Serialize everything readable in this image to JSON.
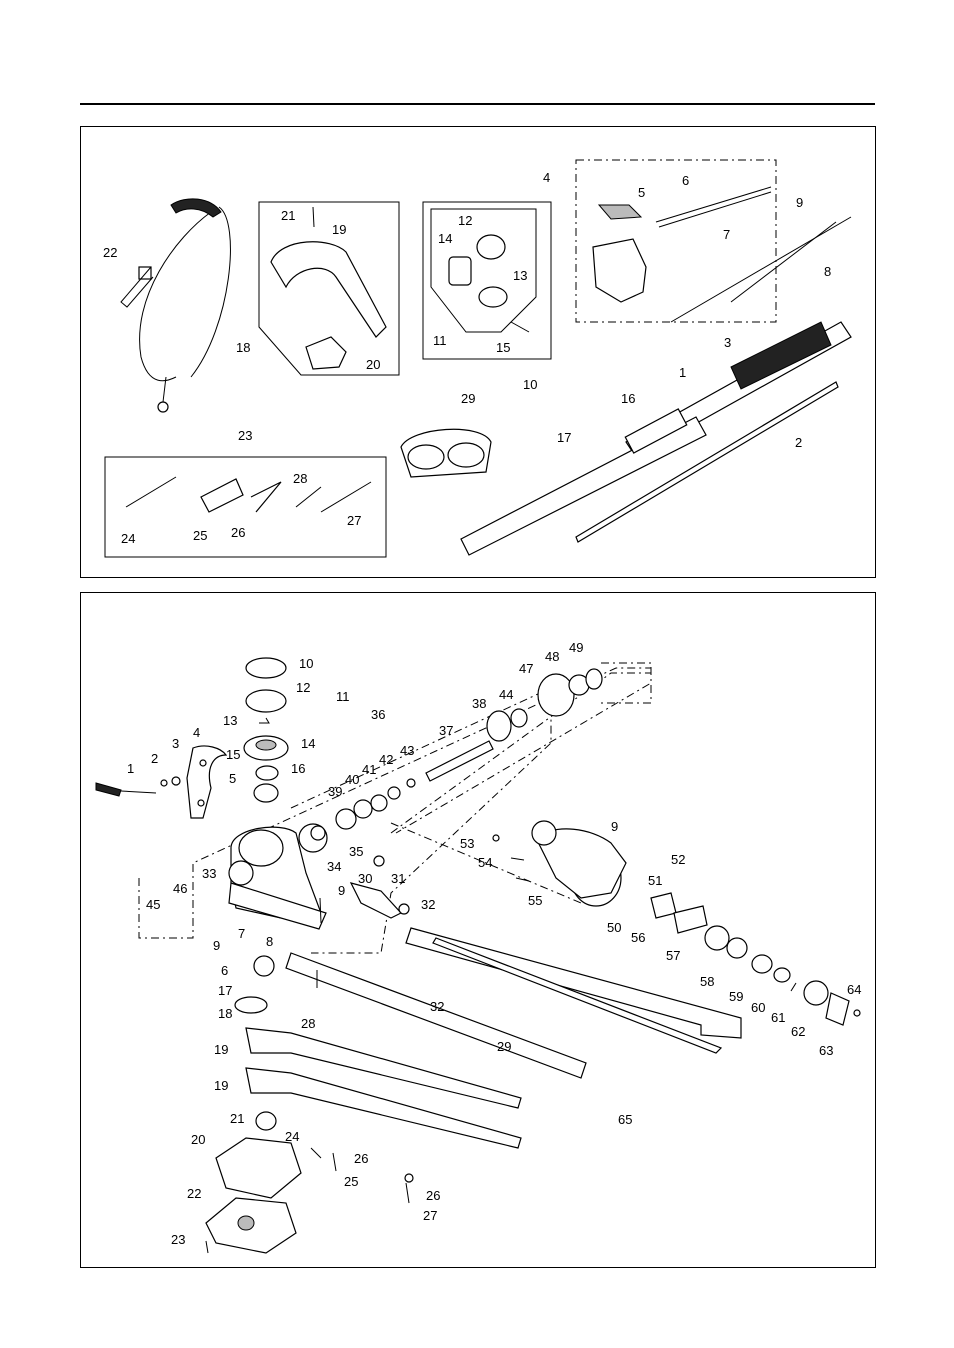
{
  "top_callouts": [
    "1",
    "2",
    "3",
    "4",
    "5",
    "6",
    "7",
    "8",
    "9",
    "10",
    "11",
    "12",
    "13",
    "14",
    "15",
    "16",
    "17",
    "18",
    "19",
    "20",
    "21",
    "22",
    "23",
    "24",
    "25",
    "26",
    "27",
    "28",
    "29"
  ],
  "bottom_callouts": [
    "1",
    "2",
    "3",
    "4",
    "5",
    "6",
    "7",
    "8",
    "9",
    "9",
    "9",
    "10",
    "11",
    "12",
    "13",
    "14",
    "15",
    "16",
    "17",
    "18",
    "19",
    "19",
    "20",
    "21",
    "22",
    "23",
    "24",
    "25",
    "26",
    "26",
    "27",
    "28",
    "29",
    "30",
    "31",
    "32",
    "32",
    "33",
    "34",
    "35",
    "36",
    "37",
    "38",
    "39",
    "40",
    "41",
    "42",
    "43",
    "44",
    "45",
    "46",
    "47",
    "48",
    "49",
    "50",
    "51",
    "52",
    "53",
    "54",
    "55",
    "56",
    "57",
    "58",
    "59",
    "60",
    "61",
    "62",
    "63",
    "64",
    "65"
  ]
}
